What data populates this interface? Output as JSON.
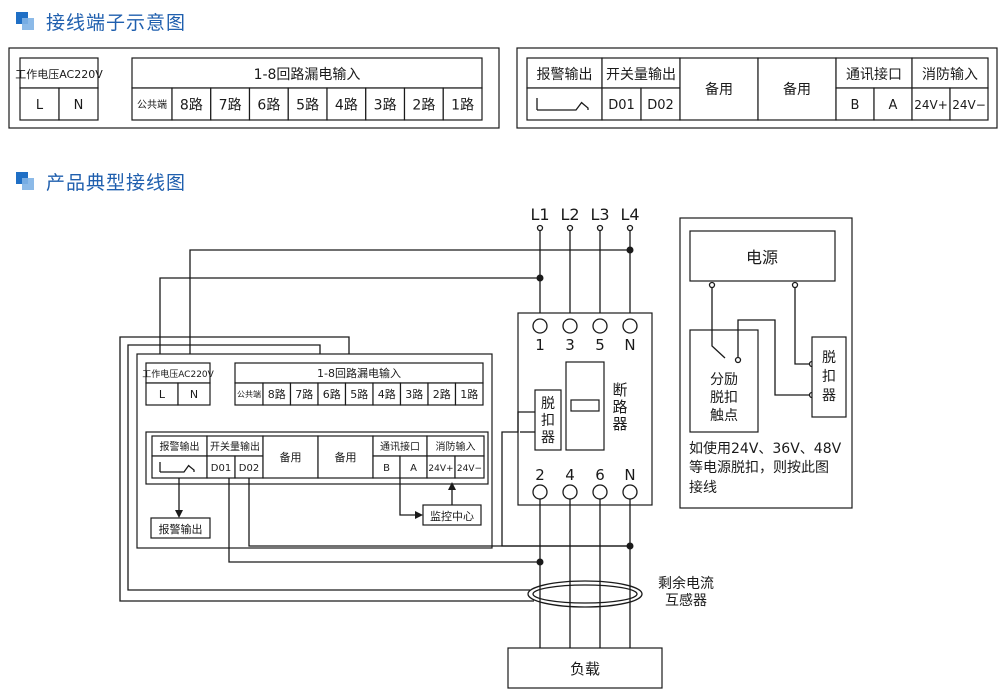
{
  "section1": {
    "title": "接线端子示意图"
  },
  "section2": {
    "title": "产品典型接线图"
  },
  "terminal_block": {
    "power": {
      "label": "工作电压AC220V",
      "l": "L",
      "n": "N"
    },
    "leakage": {
      "header": "1-8回路漏电输入",
      "cells": [
        "公共端",
        "8路",
        "7路",
        "6路",
        "5路",
        "4路",
        "3路",
        "2路",
        "1路"
      ]
    },
    "alarm": {
      "header": "报警输出"
    },
    "switch": {
      "header": "开关量输出",
      "d01": "D01",
      "d02": "D02"
    },
    "spare1": "备用",
    "spare2": "备用",
    "comm": {
      "header": "通讯接口",
      "b": "B",
      "a": "A"
    },
    "fire": {
      "header": "消防输入",
      "p": "24V+",
      "m": "24V−"
    }
  },
  "breaker": {
    "top_labels": [
      "L1",
      "L2",
      "L3",
      "L4"
    ],
    "top_terms": [
      "1",
      "3",
      "5",
      "N"
    ],
    "bottom_terms": [
      "2",
      "4",
      "6",
      "N"
    ],
    "name": [
      "断",
      "路",
      "器"
    ],
    "trip": [
      "脱",
      "扣",
      "器"
    ]
  },
  "alarm_out_box": "报警输出",
  "monitor_box": "监控中心",
  "ct_label": [
    "剩余电流",
    "互感器"
  ],
  "load": "负载",
  "side_panel": {
    "power": "电源",
    "contact": [
      "分励",
      "脱扣",
      "触点"
    ],
    "trip": [
      "脱",
      "扣",
      "器"
    ],
    "note": [
      "如使用24V、36V、48V",
      "等电源脱扣，则按此图",
      "接线"
    ]
  }
}
